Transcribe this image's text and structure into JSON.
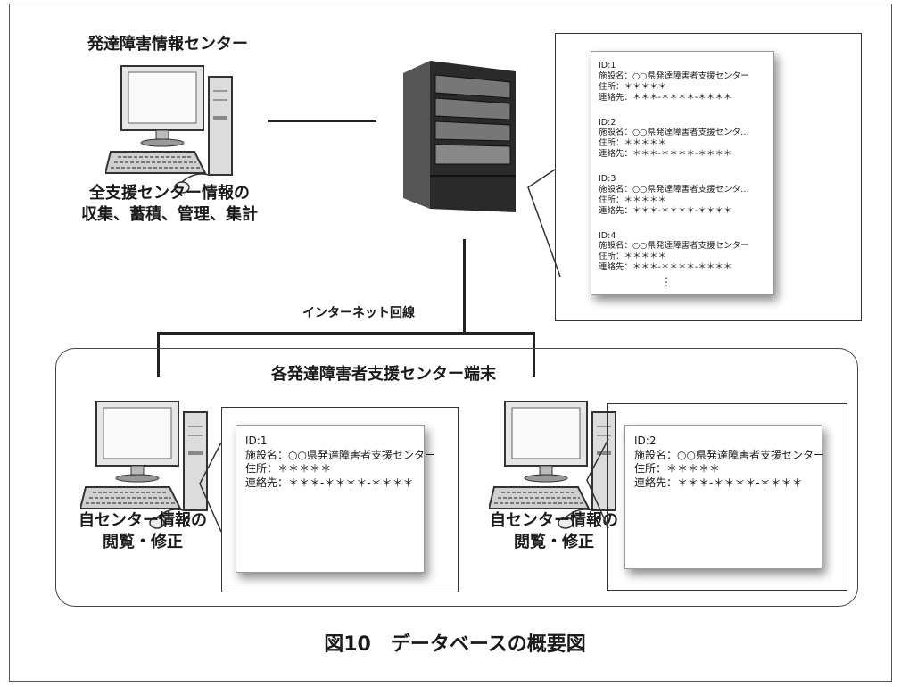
{
  "center": {
    "title": "発達障害情報センター",
    "desc_line1": "全支援センター情報の",
    "desc_line2": "収集、蓄積、管理、集計",
    "computer_icon": "desktop-computer-icon"
  },
  "server": {
    "icon": "tower-server-icon"
  },
  "network": {
    "label": "インターネット回線"
  },
  "database_card": {
    "records": [
      {
        "id": "ID:1",
        "facility": "施設名：○○県発達障害者支援センター",
        "address": "住所：＊＊＊＊＊",
        "contact": "連絡先：＊＊＊-＊＊＊＊-＊＊＊＊"
      },
      {
        "id": "ID:2",
        "facility": "施設名：○○県発達障害者支援センタ…",
        "address": "住所：＊＊＊＊＊",
        "contact": "連絡先：＊＊＊-＊＊＊＊-＊＊＊＊"
      },
      {
        "id": "ID:3",
        "facility": "施設名：○○県発達障害者支援センタ…",
        "address": "住所：＊＊＊＊＊",
        "contact": "連絡先：＊＊＊-＊＊＊＊-＊＊＊＊"
      },
      {
        "id": "ID:4",
        "facility": "施設名：○○県発達障害者支援センター",
        "address": "住所：＊＊＊＊＊",
        "contact": "連絡先：＊＊＊-＊＊＊＊-＊＊＊＊"
      }
    ],
    "ellipsis": "⋮"
  },
  "terminals": {
    "title": "各発達障害者支援センター端末",
    "left": {
      "desc_line1": "自センター情報の",
      "desc_line2": "閲覧・修正",
      "record": {
        "id": "ID:1",
        "facility": "施設名：○○県発達障害者支援センター",
        "address": "住所：＊＊＊＊＊",
        "contact": "連絡先：＊＊＊-＊＊＊＊-＊＊＊＊"
      }
    },
    "right": {
      "desc_line1": "自センター情報の",
      "desc_line2": "閲覧・修正",
      "record": {
        "id": "ID:2",
        "facility": "施設名：○○県発達障害者支援センター",
        "address": "住所：＊＊＊＊＊",
        "contact": "連絡先：＊＊＊-＊＊＊＊-＊＊＊＊"
      }
    }
  },
  "caption": "図10　データベースの概要図",
  "colors": {
    "line": "#222222",
    "server_dark": "#2a2a2a",
    "server_mid": "#555555"
  }
}
